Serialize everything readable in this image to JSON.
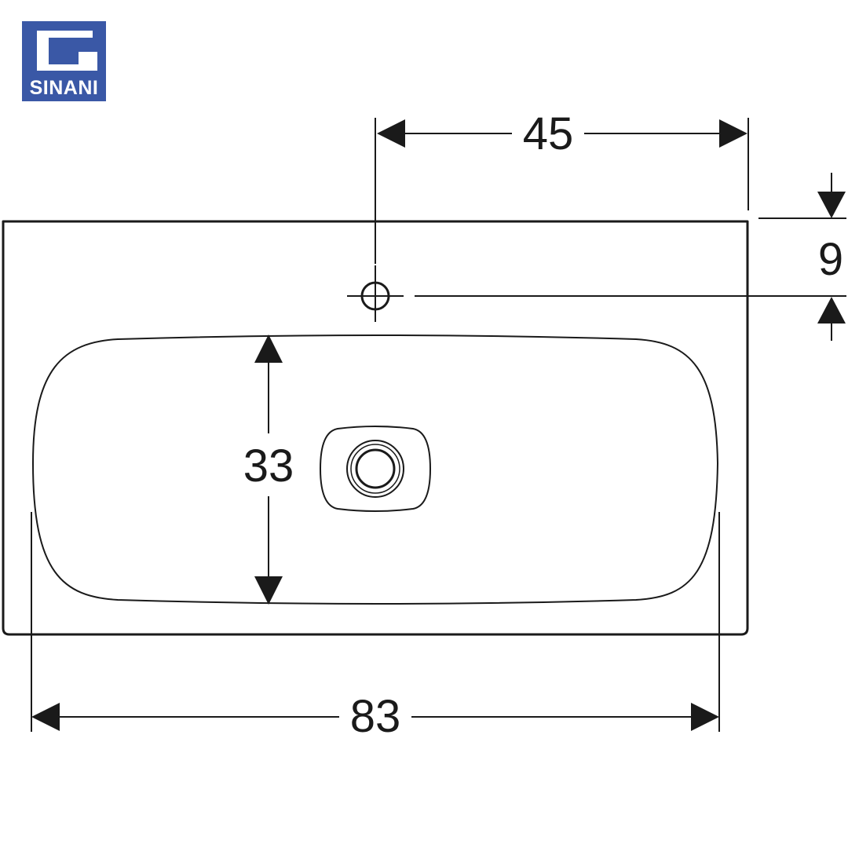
{
  "brand": {
    "name": "SINANI",
    "color": "#3a58a6",
    "logo_icon": "square-c-mark-icon"
  },
  "drawing": {
    "subject": "washbasin technical drawing, top view",
    "line_color": "#1a1a1a",
    "dimensions": {
      "tap_hole_offset": "45",
      "tap_hole_depth": "9",
      "bowl_depth": "33",
      "bowl_width": "83"
    }
  }
}
